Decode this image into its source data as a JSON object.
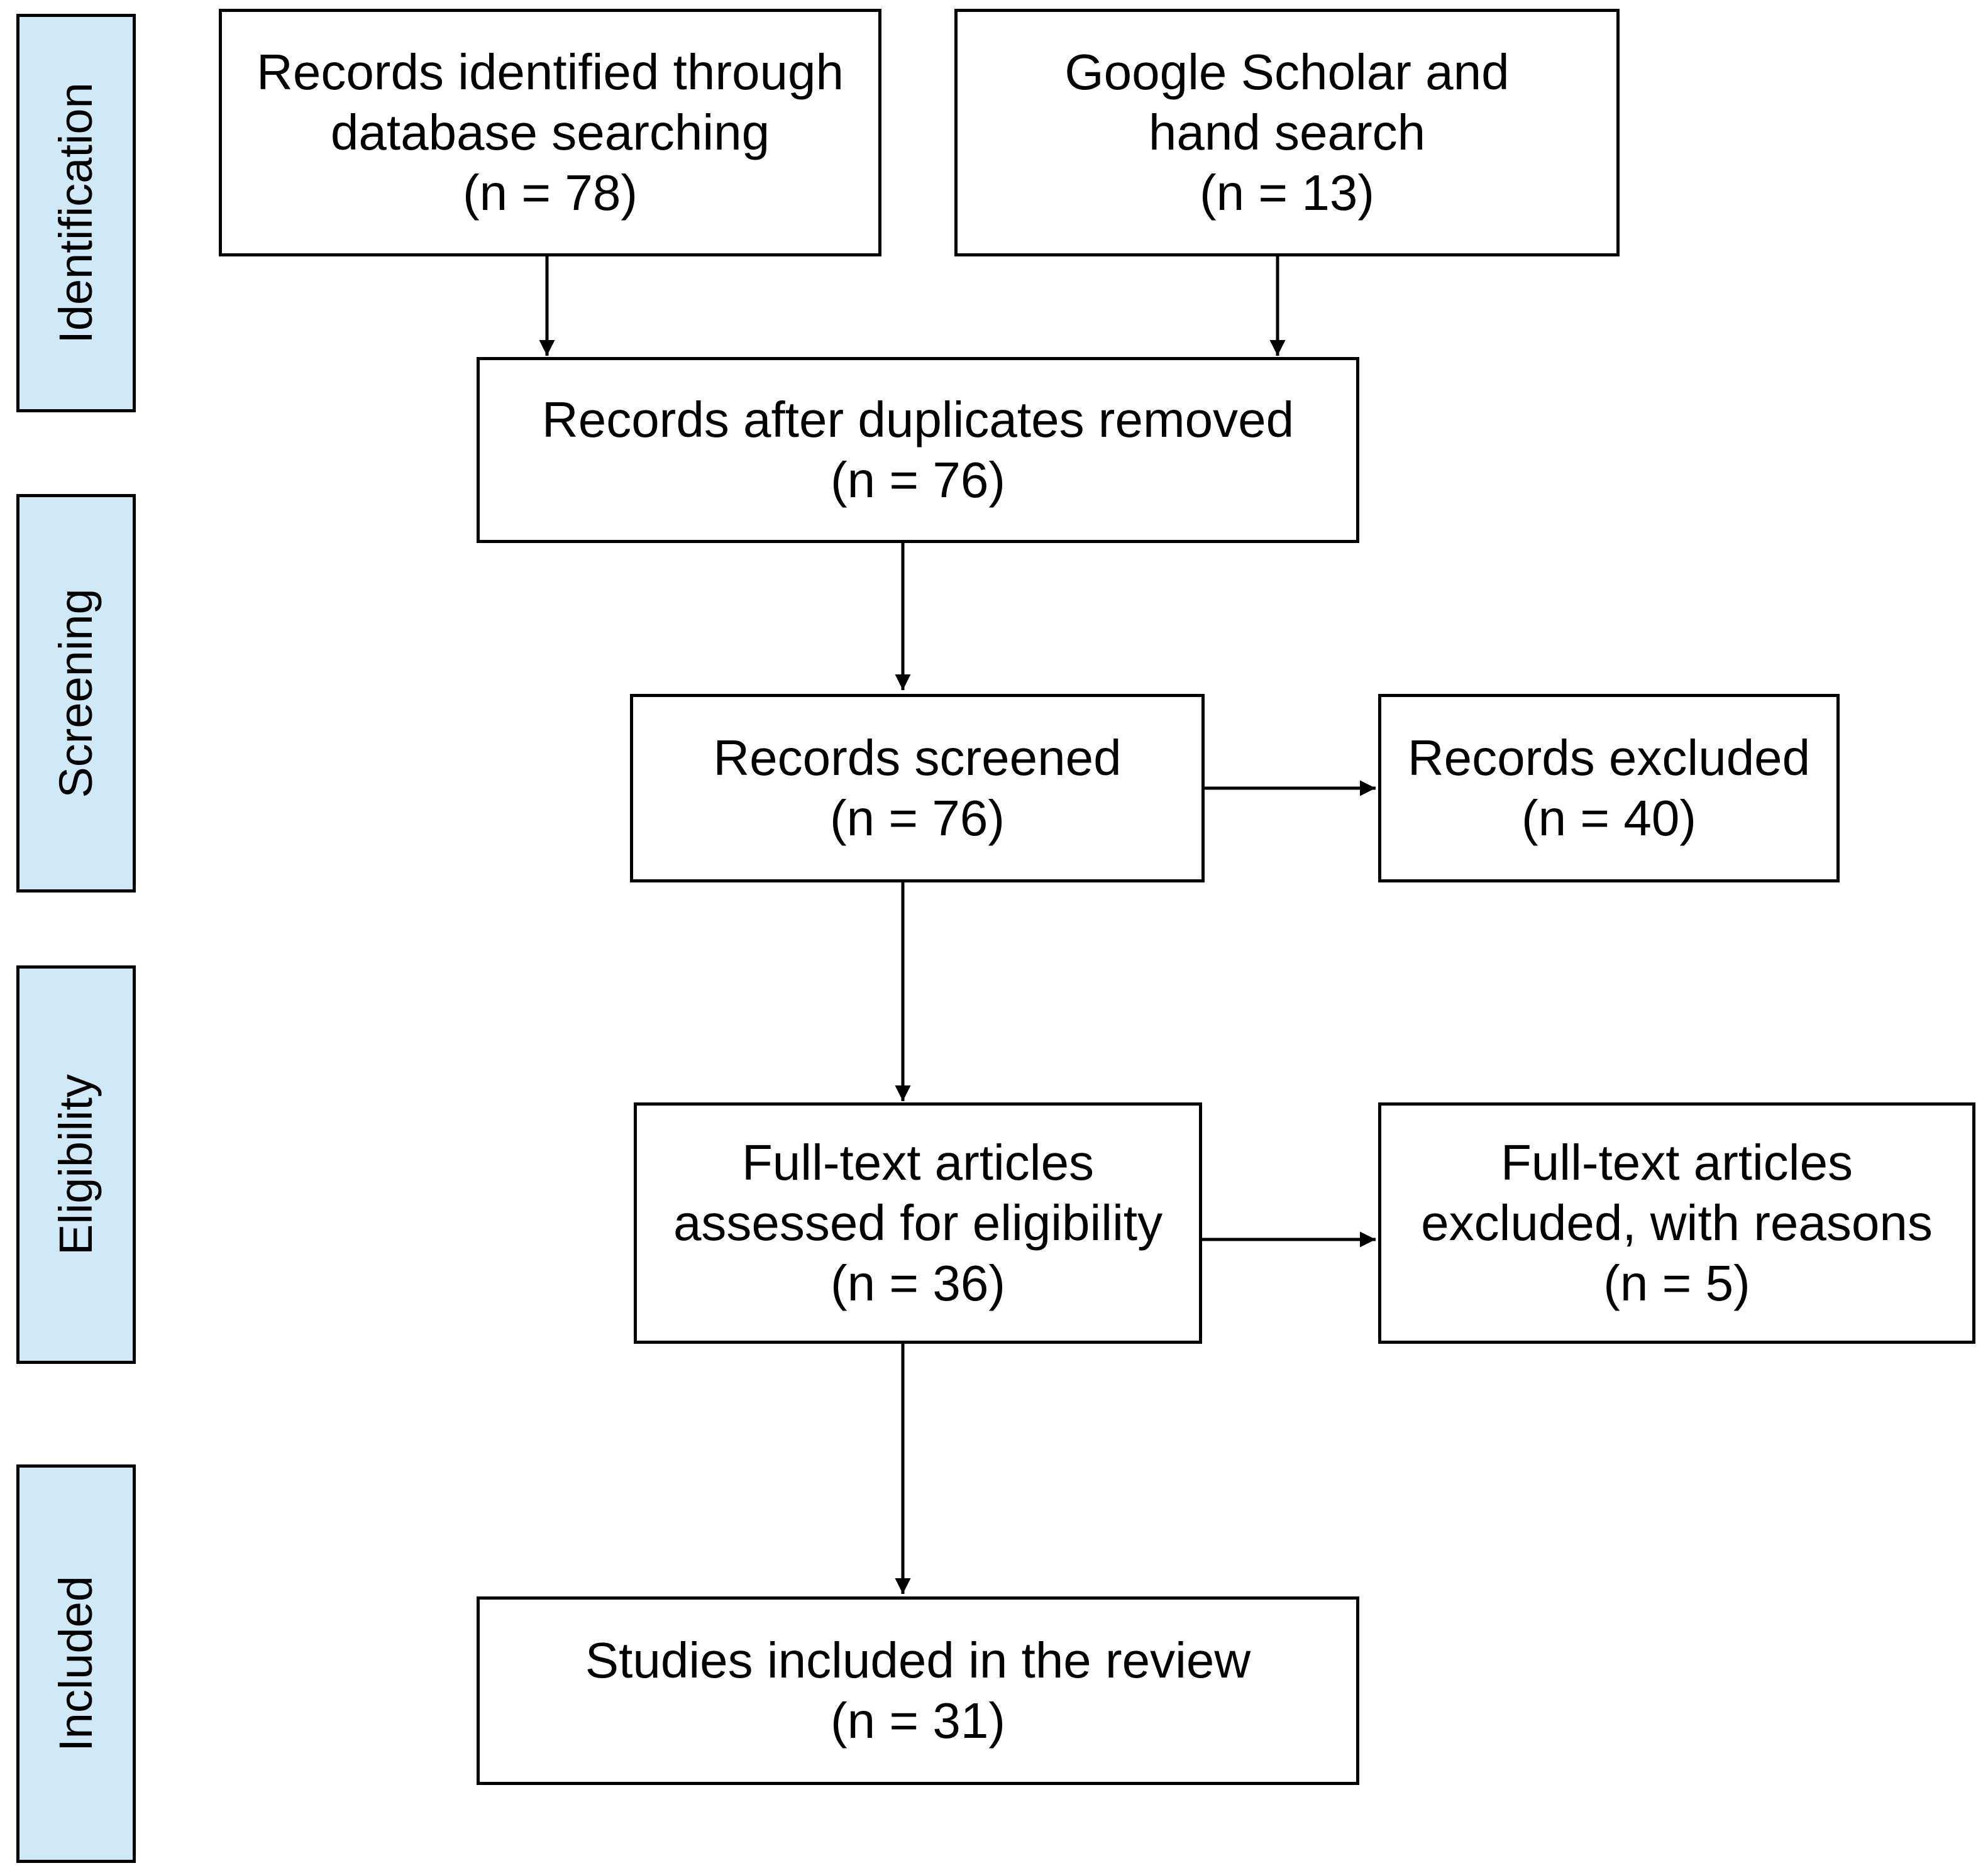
{
  "stages": {
    "identification": "Identification",
    "screening": "Screening",
    "eligibility": "Eligibility",
    "included": "Included"
  },
  "boxes": {
    "database_records": {
      "line1": "Records identified through",
      "line2": "database searching",
      "count": "(n = 78)"
    },
    "scholar_records": {
      "line1": "Google Scholar and",
      "line2": "hand search",
      "count": "(n = 13)"
    },
    "deduplicated": {
      "line1": "Records after duplicates removed",
      "count": "(n = 76)"
    },
    "screened": {
      "line1": "Records screened",
      "count": "(n = 76)"
    },
    "excluded": {
      "line1": "Records excluded",
      "count": "(n = 40)"
    },
    "fulltext_assessed": {
      "line1": "Full-text articles",
      "line2": "assessed for eligibility",
      "count": "(n = 36)"
    },
    "fulltext_excluded": {
      "line1": "Full-text articles",
      "line2": "excluded, with reasons",
      "count": "(n = 5)"
    },
    "included": {
      "line1": "Studies included in the review",
      "count": "(n = 31)"
    }
  }
}
